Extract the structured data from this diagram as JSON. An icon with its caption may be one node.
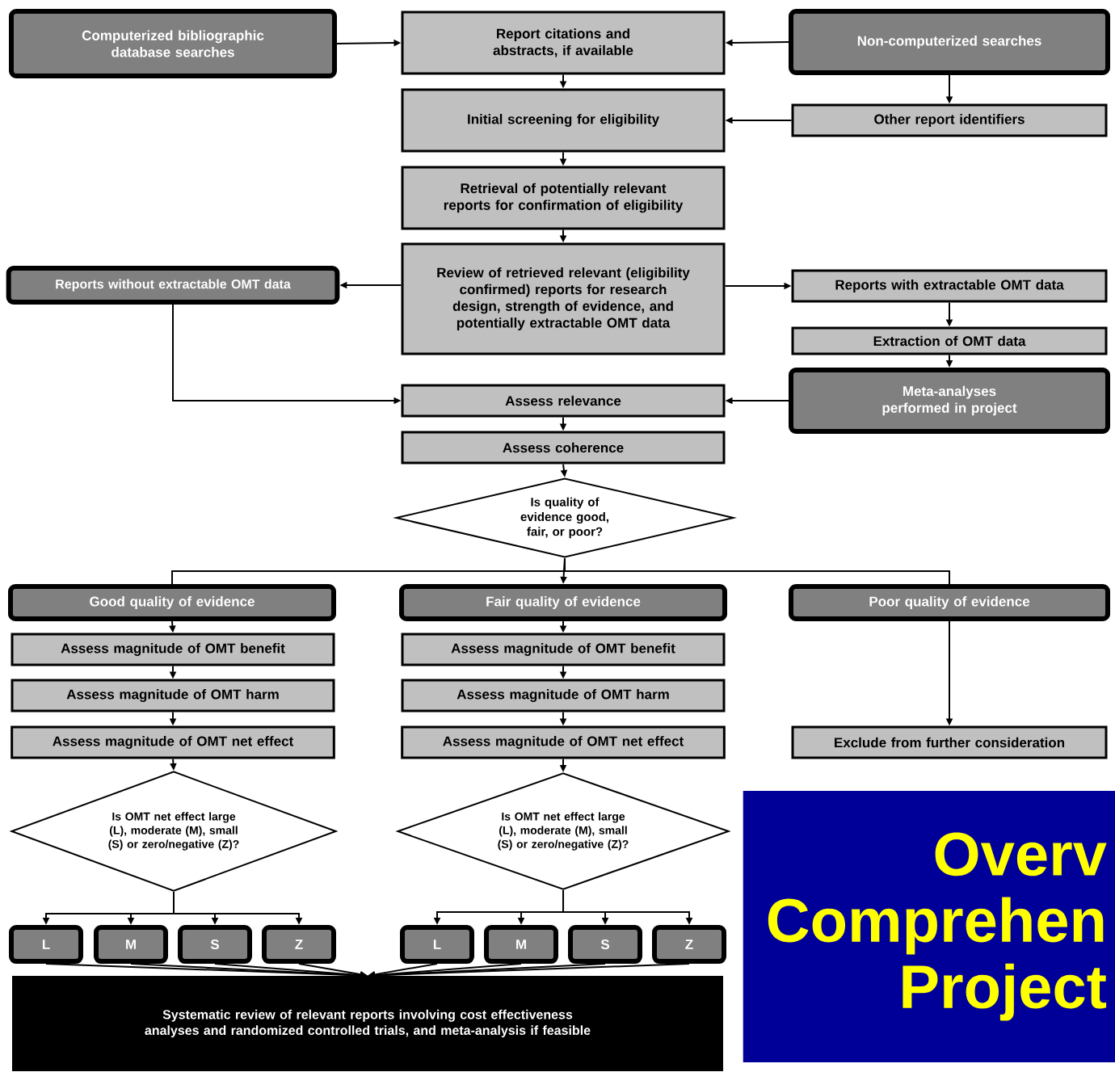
{
  "diagram": {
    "nodes": [
      {
        "text": [
          "Computerized bibliographic database searches"
        ]
      },
      {
        "text": [
          "Report citations and abstracts, if available"
        ]
      },
      {
        "text": [
          "Non-computerized searches"
        ]
      },
      {
        "text": [
          "Initial screening for eligibility"
        ]
      },
      {
        "text": [
          "Other report identifiers"
        ]
      },
      {
        "text": [
          "Retrieval of potentially relevant reports for confirmation of eligibility"
        ]
      },
      {
        "text": [
          "Reports without extractable OMT data"
        ]
      },
      {
        "text": [
          "Review of retrieved relevant (eligibility confirmed) reports for research design, strength of evidence, and potentially extractable OMT data"
        ]
      },
      {
        "text": [
          "Reports with extractable OMT data"
        ]
      },
      {
        "text": [
          "Extraction of OMT data"
        ]
      },
      {
        "text": [
          "Assess relevance"
        ]
      },
      {
        "text": [
          "Meta-analyses performed in project"
        ]
      },
      {
        "text": [
          "Assess coherence"
        ]
      },
      {
        "text": [
          "Is quality of evidence good, fair, or poor?"
        ]
      },
      {
        "text": [
          "Good quality of evidence"
        ]
      },
      {
        "text": [
          "Fair quality of evidence"
        ]
      },
      {
        "text": [
          "Poor quality of evidence"
        ]
      },
      {
        "text": [
          "Assess magnitude of OMT benefit"
        ]
      },
      {
        "text": [
          "Assess magnitude of OMT benefit"
        ]
      },
      {
        "text": [
          "Assess magnitude of OMT harm"
        ]
      },
      {
        "text": [
          "Assess magnitude of OMT harm"
        ]
      },
      {
        "text": [
          "Assess magnitude of OMT net effect"
        ]
      },
      {
        "text": [
          "Assess magnitude of OMT net effect"
        ]
      },
      {
        "text": [
          "Exclude from further consideration"
        ]
      },
      {
        "text": [
          "Is OMT net effect large (L), moderate (M), small (S) or zero/negative (Z)?"
        ]
      },
      {
        "text": [
          "Is OMT net effect large (L), moderate (M), small (S) or zero/negative (Z)?"
        ]
      },
      {
        "text": [
          "L"
        ]
      },
      {
        "text": [
          "M"
        ]
      },
      {
        "text": [
          "S"
        ]
      },
      {
        "text": [
          "Z"
        ]
      },
      {
        "text": [
          "L"
        ]
      },
      {
        "text": [
          "M"
        ]
      },
      {
        "text": [
          "S"
        ]
      },
      {
        "text": [
          "Z"
        ]
      },
      {
        "text": [
          "Systematic review of relevant reports involving cost effectiveness analyses and randomized controlled trials, and meta-analysis if feasible"
        ]
      },
      {
        "text": [
          "Overv Comprehen Project"
        ]
      }
    ],
    "edges": [
      {
        "from": 0,
        "to": 1,
        "arrow": "to"
      },
      {
        "from": 2,
        "to": 1,
        "arrow": "to"
      },
      {
        "from": 1,
        "to": 3,
        "arrow": "to"
      },
      {
        "from": 2,
        "to": 4,
        "arrow": "to"
      },
      {
        "from": 4,
        "to": 3,
        "arrow": "to"
      },
      {
        "from": 3,
        "to": 5,
        "arrow": "to"
      },
      {
        "from": 5,
        "to": 7,
        "arrow": "to"
      },
      {
        "from": 7,
        "to": 6,
        "arrow": "to"
      },
      {
        "from": 7,
        "to": 8,
        "arrow": "to"
      },
      {
        "from": 8,
        "to": 9,
        "arrow": "to"
      },
      {
        "from": 9,
        "to": 11,
        "arrow": "to"
      },
      {
        "from": 6,
        "to": 10,
        "arrow": "to"
      },
      {
        "from": 11,
        "to": 10,
        "arrow": "to"
      },
      {
        "from": 10,
        "to": 12,
        "arrow": "to"
      },
      {
        "from": 12,
        "to": 13,
        "arrow": "to"
      },
      {
        "from": 13,
        "to": 14,
        "arrow": "none"
      },
      {
        "from": 13,
        "to": 15,
        "arrow": "to"
      },
      {
        "from": 13,
        "to": 16,
        "arrow": "none"
      },
      {
        "from": 14,
        "to": 17,
        "arrow": "to"
      },
      {
        "from": 17,
        "to": 19,
        "arrow": "to"
      },
      {
        "from": 19,
        "to": 21,
        "arrow": "to"
      },
      {
        "from": 21,
        "to": 24,
        "arrow": "to"
      },
      {
        "from": 24,
        "to": 26,
        "arrow": "to"
      },
      {
        "from": 24,
        "to": 27,
        "arrow": "to"
      },
      {
        "from": 24,
        "to": 28,
        "arrow": "to"
      },
      {
        "from": 24,
        "to": 29,
        "arrow": "to"
      },
      {
        "from": 15,
        "to": 18,
        "arrow": "to"
      },
      {
        "from": 18,
        "to": 20,
        "arrow": "to"
      },
      {
        "from": 20,
        "to": 22,
        "arrow": "to"
      },
      {
        "from": 22,
        "to": 25,
        "arrow": "to"
      },
      {
        "from": 25,
        "to": 30,
        "arrow": "to"
      },
      {
        "from": 25,
        "to": 31,
        "arrow": "to"
      },
      {
        "from": 25,
        "to": 32,
        "arrow": "to"
      },
      {
        "from": 25,
        "to": 33,
        "arrow": "to"
      },
      {
        "from": 16,
        "to": 23,
        "arrow": "to"
      },
      {
        "from": 26,
        "to": 34,
        "arrow": "to"
      },
      {
        "from": 27,
        "to": 34,
        "arrow": "to"
      },
      {
        "from": 28,
        "to": 34,
        "arrow": "to"
      },
      {
        "from": 29,
        "to": 34,
        "arrow": "to"
      },
      {
        "from": 30,
        "to": 34,
        "arrow": "to"
      },
      {
        "from": 31,
        "to": 34,
        "arrow": "to"
      },
      {
        "from": 32,
        "to": 34,
        "arrow": "to"
      },
      {
        "from": 33,
        "to": 34,
        "arrow": "to"
      }
    ]
  }
}
